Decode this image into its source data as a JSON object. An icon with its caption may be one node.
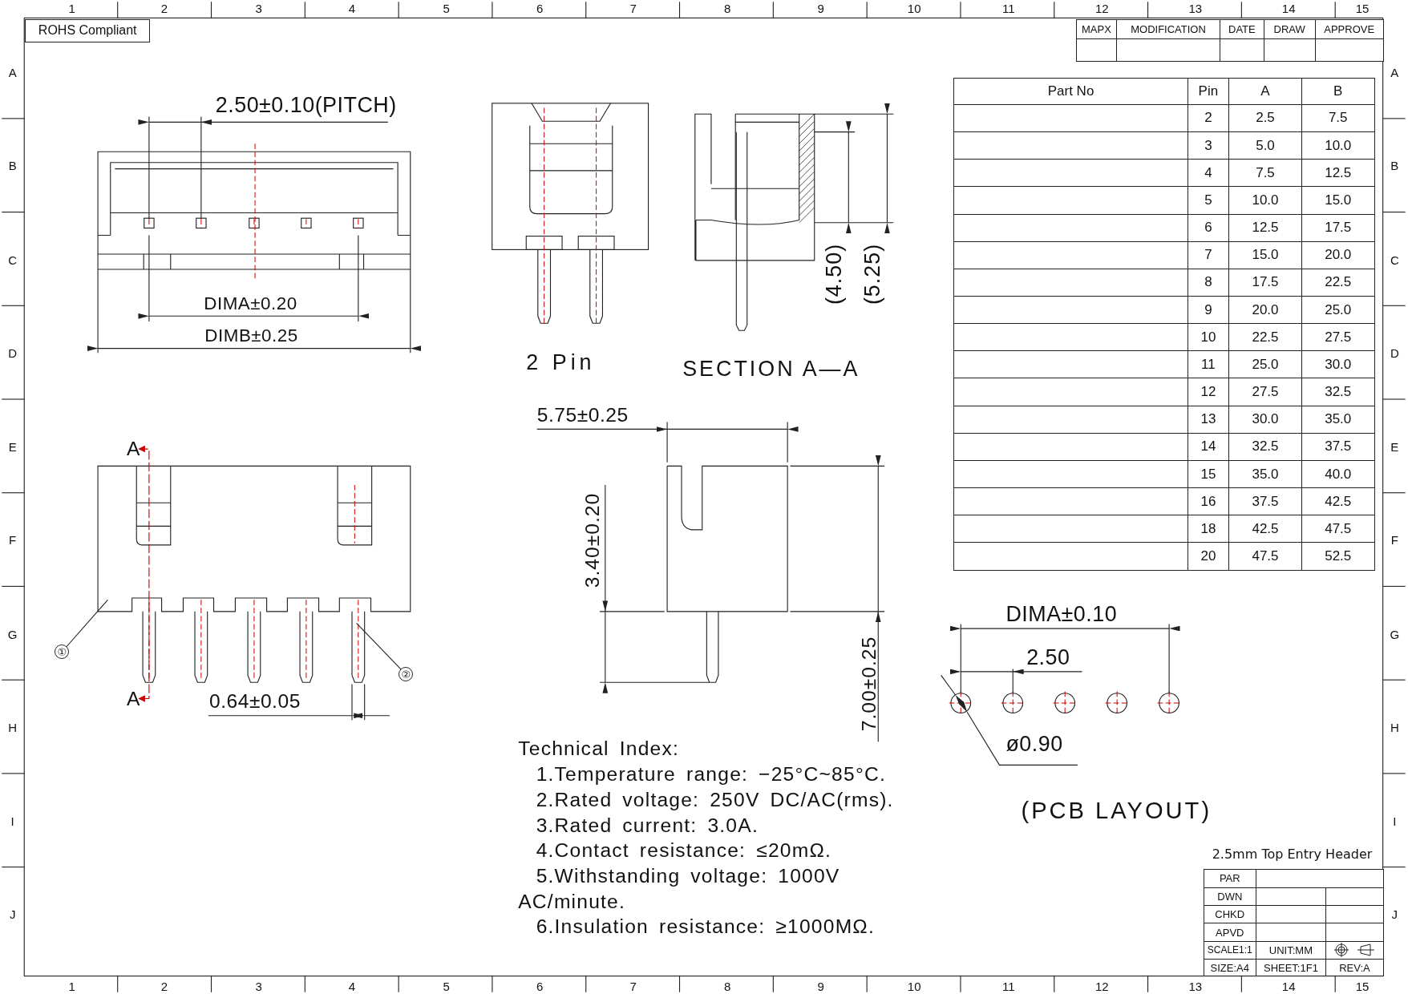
{
  "diagram": {
    "nodes": [
      {
        "text": [
          "①"
        ]
      },
      {
        "text": [
          "②"
        ]
      }
    ],
    "edges": [
      {
        "from": 0,
        "to": null,
        "arrow": "none"
      },
      {
        "from": 1,
        "to": null,
        "arrow": "none"
      }
    ],
    "labels": [
      "ROHS Compliant",
      "MAPX",
      "MODIFICATION",
      "DATE",
      "DRAW",
      "APPROVE",
      "2.50±0.10(PITCH)",
      "DIMA±0.20",
      "DIMB±0.25",
      "(4.50)",
      "(5.25)",
      "2 Pin",
      "SECTION A—A",
      "5.75±0.25",
      "A",
      "3.40±0.20",
      "A",
      "0.64±0.05",
      "7.00±0.25",
      "DIMA±0.10",
      "2.50",
      "Technical Index:",
      "ø0.90",
      "1.Temperature range: −25°C~85°C.",
      "2.Rated voltage: 250V DC/AC(rms).",
      "3.Rated current: 3.0A.",
      "4.Contact resistance: ≤20mΩ.",
      "5.Withstanding voltage: 1000V AC/minute.",
      "6.Insulation resistance: ≥1000MΩ.",
      "(PCB LAYOUT)",
      "2.5mm Top Entry Header",
      "PAR",
      "DWN",
      "CHKD",
      "APVD",
      "SCALE1:1",
      "UNIT:MM",
      "SIZE:A4",
      "SHEET:1F1",
      "REV:A",
      "Part No",
      "Pin",
      "A",
      "B",
      "2",
      "2.5",
      "7.5",
      "3",
      "5.0",
      "10.0",
      "4",
      "7.5",
      "12.5",
      "5",
      "10.0",
      "15.0",
      "6",
      "12.5",
      "17.5",
      "7",
      "15.0",
      "20.0",
      "8",
      "17.5",
      "22.5",
      "9",
      "20.0",
      "25.0",
      "10",
      "22.5",
      "27.5",
      "11",
      "25.0",
      "30.0",
      "12",
      "27.5",
      "32.5",
      "13",
      "30.0",
      "35.0",
      "14",
      "32.5",
      "37.5",
      "15",
      "35.0",
      "40.0",
      "16",
      "37.5",
      "42.5",
      "18",
      "42.5",
      "47.5",
      "20",
      "47.5",
      "52.5",
      "1",
      "2",
      "3",
      "4",
      "5",
      "6",
      "7",
      "8",
      "9",
      "10",
      "11",
      "12",
      "13",
      "14",
      "15",
      "A",
      "B",
      "C",
      "D",
      "E",
      "F",
      "G",
      "H",
      "I",
      "J",
      "A",
      "B",
      "C",
      "D",
      "E",
      "F",
      "G",
      "H",
      "I",
      "J",
      "1",
      "2",
      "3",
      "4",
      "5",
      "6",
      "7",
      "8",
      "9",
      "10",
      "11",
      "12",
      "13",
      "14",
      "15"
    ]
  }
}
